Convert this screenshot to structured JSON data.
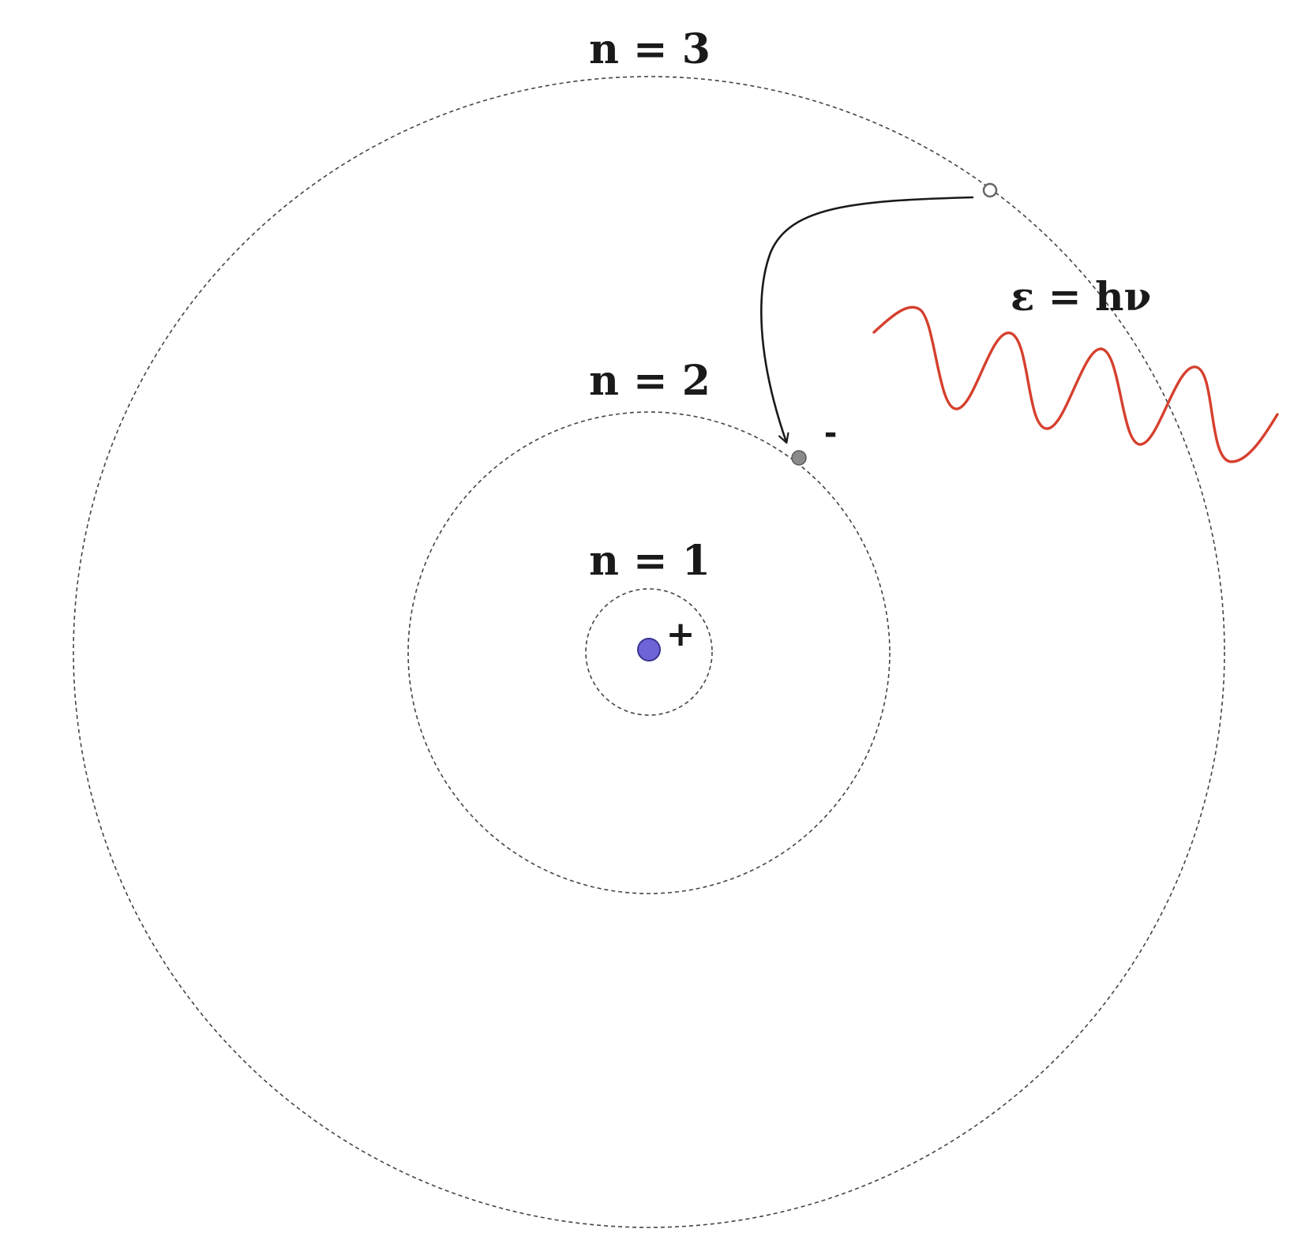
{
  "orbits": [
    {
      "label": "n = 1"
    },
    {
      "label": "n = 2"
    },
    {
      "label": "n = 3"
    }
  ],
  "nucleus": {
    "charge_label": "+",
    "color": "#6f63d8"
  },
  "electron": {
    "charge_label": "-",
    "color": "#8a8a8a"
  },
  "photon": {
    "equation": "ε = hν",
    "wave_color": "#d6402e"
  },
  "transition_arrow_color": "#1a1a1a"
}
